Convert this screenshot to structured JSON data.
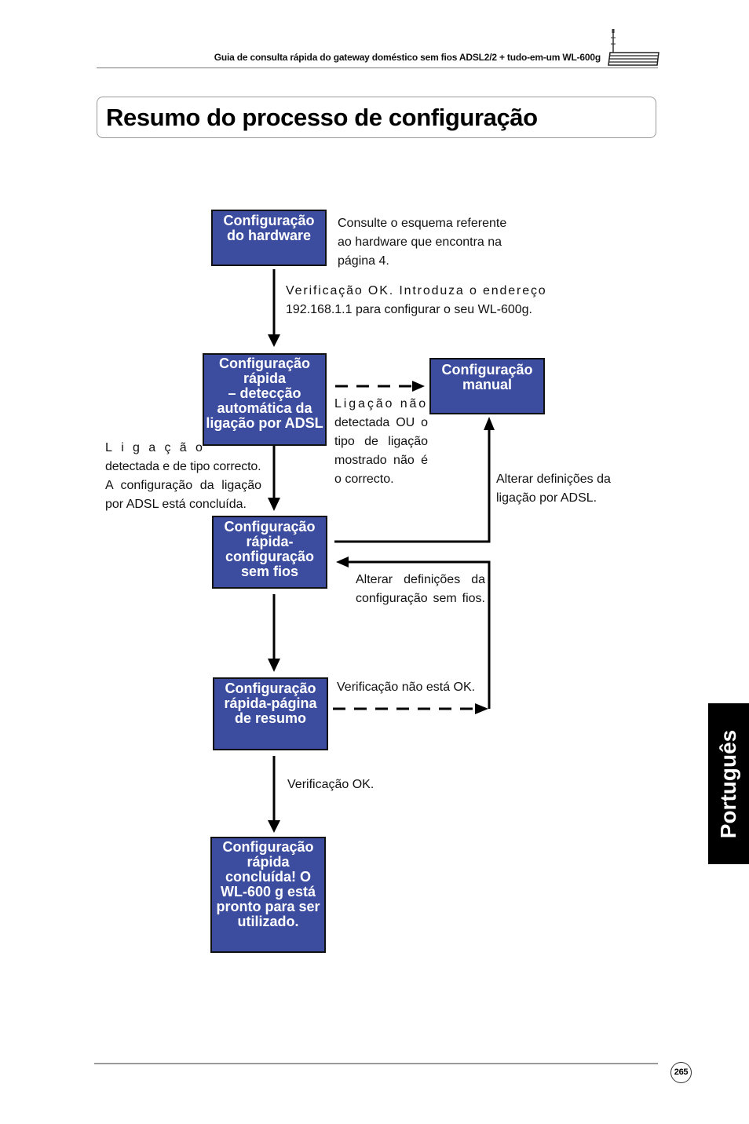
{
  "header": {
    "running_title": "Guia de consulta rápida do gateway doméstico sem fios ADSL2/2 + tudo-em-um WL-600g",
    "icon": "router-icon"
  },
  "title": "Resumo do processo de configuração",
  "flowchart": {
    "steps": {
      "hardware": [
        "Configuração",
        "do hardware"
      ],
      "adsl_detection": [
        "Configuração",
        "rápida",
        "– detecção",
        "automática da",
        "ligação por ADSL"
      ],
      "manual": [
        "Configuração",
        "manual"
      ],
      "wireless": [
        "Configuração",
        "rápida-",
        "configuração",
        "sem fios"
      ],
      "summary": [
        "Configuração",
        "rápida-página",
        "de resumo"
      ],
      "done": [
        "Configuração",
        "rápida",
        "concluída! O",
        "WL-600 g está",
        "pronto para ser",
        "utilizado."
      ]
    },
    "notes": {
      "hardware_ref": [
        "Consulte o esquema referente",
        "ao hardware que encontra na",
        "página 4."
      ],
      "hardware_ok": [
        "Verificação OK. Introduza o endereço",
        "192.168.1.1 para configurar o seu WL-600g."
      ],
      "not_detected": [
        "Ligação não",
        "detectada OU o",
        "tipo de ligação",
        "mostrado não é",
        "o correcto."
      ],
      "detected_ok": [
        "Ligação",
        "detectada e de tipo correcto.",
        "A configuração da ligação",
        "por ADSL está concluída."
      ],
      "change_adsl": [
        "Alterar definições da",
        "ligação por ADSL."
      ],
      "change_wireless": [
        "Alterar definições da",
        "configuração sem fios."
      ],
      "summary_not_ok": "Verificação não está OK.",
      "summary_ok": "Verificação OK."
    }
  },
  "side_tab": "Português",
  "footer": {
    "page_number": "265"
  },
  "colors": {
    "step_fill": "#3c4c9e",
    "step_text": "#ffffff",
    "side_tab": "#000000",
    "connector": "#000000"
  }
}
